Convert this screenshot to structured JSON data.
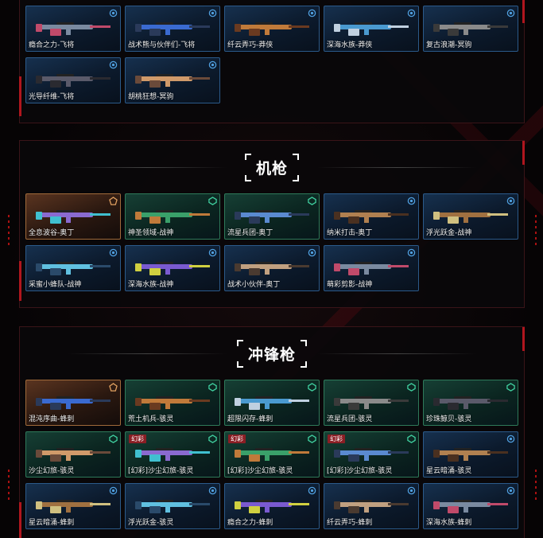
{
  "colors": {
    "accent_red": "#b0161e",
    "blue_border": "#2b5a8a",
    "green_border": "#2e7a5a",
    "gold_border": "#a06a3a"
  },
  "sections": [
    {
      "title": "",
      "cards": [
        {
          "name": "瘾合之力-飞将",
          "rarity": "blue",
          "icon": "blue-gem-icon",
          "tag": ""
        },
        {
          "name": "战术熊与伙伴们-飞将",
          "rarity": "blue",
          "icon": "blue-gem-icon",
          "tag": ""
        },
        {
          "name": "纤云弄巧-莽侠",
          "rarity": "blue",
          "icon": "blue-gem-icon",
          "tag": ""
        },
        {
          "name": "深海水族-莽侠",
          "rarity": "blue",
          "icon": "blue-gem-icon",
          "tag": ""
        },
        {
          "name": "复古浪潮-冥驹",
          "rarity": "blue",
          "icon": "blue-gem-icon",
          "tag": ""
        },
        {
          "name": "光导纤维-飞将",
          "rarity": "blue",
          "icon": "blue-gem-icon",
          "tag": ""
        },
        {
          "name": "胡桃狂想-冥驹",
          "rarity": "blue",
          "icon": "blue-gem-icon",
          "tag": ""
        }
      ]
    },
    {
      "title": "机枪",
      "cards": [
        {
          "name": "全息波谷-奥丁",
          "rarity": "gold",
          "icon": "gold-gem-icon",
          "tag": ""
        },
        {
          "name": "神圣领域-战神",
          "rarity": "green",
          "icon": "green-gem-icon",
          "tag": ""
        },
        {
          "name": "流星兵团-奥丁",
          "rarity": "green",
          "icon": "green-gem-icon",
          "tag": ""
        },
        {
          "name": "纳米打击-奥丁",
          "rarity": "blue",
          "icon": "blue-gem-icon",
          "tag": ""
        },
        {
          "name": "浮光跃金-战神",
          "rarity": "blue",
          "icon": "blue-gem-icon",
          "tag": ""
        },
        {
          "name": "采蜜小蜂队-战神",
          "rarity": "blue",
          "icon": "blue-gem-icon",
          "tag": ""
        },
        {
          "name": "深海水族-战神",
          "rarity": "blue",
          "icon": "blue-gem-icon",
          "tag": ""
        },
        {
          "name": "战术小伙伴-奥丁",
          "rarity": "blue",
          "icon": "blue-gem-icon",
          "tag": ""
        },
        {
          "name": "萌彩剪影-战神",
          "rarity": "blue",
          "icon": "blue-gem-icon",
          "tag": ""
        }
      ]
    },
    {
      "title": "冲锋枪",
      "cards": [
        {
          "name": "混沌序曲-蜂刺",
          "rarity": "gold",
          "icon": "gold-gem-icon",
          "tag": ""
        },
        {
          "name": "荒土机兵-骇灵",
          "rarity": "green",
          "icon": "green-gem-icon",
          "tag": ""
        },
        {
          "name": "超限闪存-蜂刺",
          "rarity": "green",
          "icon": "green-gem-icon",
          "tag": ""
        },
        {
          "name": "流星兵团-骇灵",
          "rarity": "green",
          "icon": "green-gem-icon",
          "tag": ""
        },
        {
          "name": "珍珠鲸贝-骇灵",
          "rarity": "green",
          "icon": "green-gem-icon",
          "tag": ""
        },
        {
          "name": "沙尘幻旅-骇灵",
          "rarity": "green",
          "icon": "green-gem-icon",
          "tag": ""
        },
        {
          "name": "[幻彩]沙尘幻旅-骇灵",
          "rarity": "green",
          "icon": "green-gem-icon",
          "tag": "幻彩"
        },
        {
          "name": "[幻彩]沙尘幻旅-骇灵",
          "rarity": "green",
          "icon": "green-gem-icon",
          "tag": "幻彩"
        },
        {
          "name": "[幻彩]沙尘幻旅-骇灵",
          "rarity": "green",
          "icon": "green-gem-icon",
          "tag": "幻彩"
        },
        {
          "name": "星云暗涌-骇灵",
          "rarity": "blue",
          "icon": "blue-gem-icon",
          "tag": ""
        },
        {
          "name": "星云暗涌-蜂刺",
          "rarity": "blue",
          "icon": "blue-gem-icon",
          "tag": ""
        },
        {
          "name": "浮光跃金-骇灵",
          "rarity": "blue",
          "icon": "blue-gem-icon",
          "tag": ""
        },
        {
          "name": "瘾合之力-蜂刺",
          "rarity": "blue",
          "icon": "blue-gem-icon",
          "tag": ""
        },
        {
          "name": "纤云弄巧-蜂刺",
          "rarity": "blue",
          "icon": "blue-gem-icon",
          "tag": ""
        },
        {
          "name": "深海水族-蜂刺",
          "rarity": "blue",
          "icon": "blue-gem-icon",
          "tag": ""
        }
      ]
    }
  ]
}
